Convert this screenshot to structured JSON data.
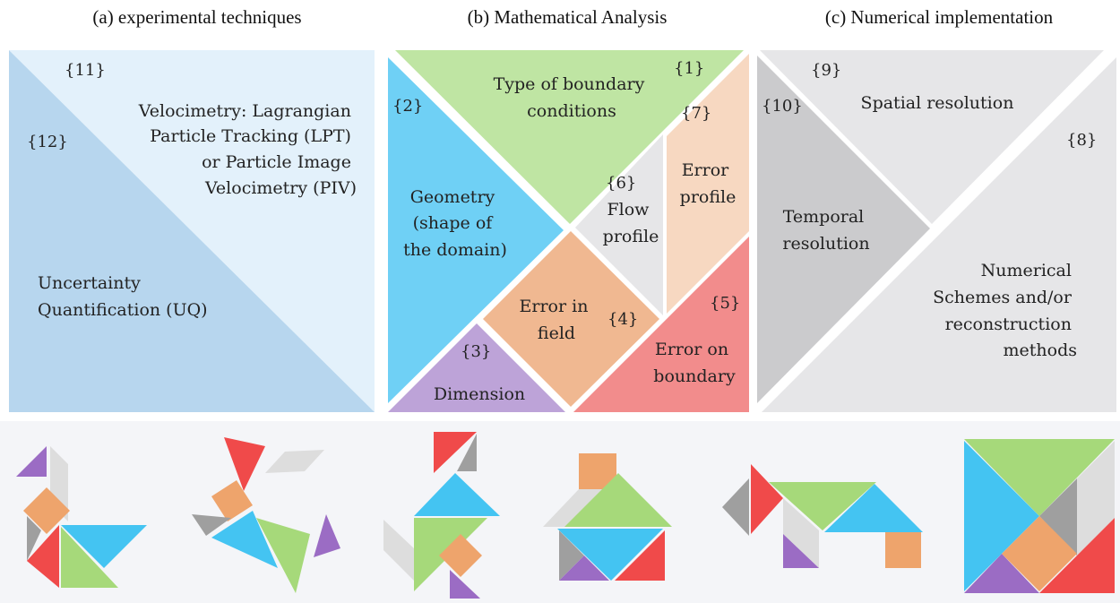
{
  "headings": {
    "a": "(a) experimental  techniques",
    "b": "(b) Mathematical Analysis",
    "c": "(c) Numerical implementation"
  },
  "panel_a": {
    "n11": "{11}",
    "n12": "{12}",
    "velocimetry": [
      "Velocimetry: Lagrangian",
      "Particle Tracking (LPT)",
      "or Particle Image",
      "Velocimetry (PIV)"
    ],
    "uq": [
      "Uncertainty",
      "Quantification (UQ)"
    ]
  },
  "panel_b": {
    "n1": "{1}",
    "n2": "{2}",
    "n3": "{3}",
    "n4": "{4}",
    "n5": "{5}",
    "n6": "{6}",
    "n7": "{7}",
    "boundary_type": [
      "Type of boundary",
      "conditions"
    ],
    "geometry": [
      "Geometry",
      "(shape of",
      "the domain)"
    ],
    "dimension": "Dimension",
    "error_field": [
      "Error in",
      "field"
    ],
    "error_boundary": [
      "Error on",
      "boundary"
    ],
    "flow_profile": [
      "Flow",
      "profile"
    ],
    "error_profile": [
      "Error",
      "profile"
    ]
  },
  "panel_c": {
    "n8": "{8}",
    "n9": "{9}",
    "n10": "{10}",
    "spatial": "Spatial resolution",
    "temporal": [
      "Temporal",
      "resolution"
    ],
    "numerical": [
      "Numerical",
      "Schemes and/or",
      "reconstruction",
      "methods"
    ]
  },
  "colors": {
    "green": "#bfe5a3",
    "blue": "#6fd0f5",
    "purple": "#bda3d8",
    "orange": "#f0b891",
    "red": "#f28c8c",
    "lightgray": "#e6e6e8",
    "peach": "#f7d8c1",
    "midgray": "#cbcbcd",
    "panel_a_light": "#e3f1fb",
    "panel_a_dark": "#b7d6ee",
    "bottom_bg": "#f4f5f8",
    "tan_green": "#a6d97a",
    "tan_blue": "#44c4f2",
    "tan_purple": "#9b6cc4",
    "tan_orange": "#eea46c",
    "tan_red": "#f04a4a",
    "tan_gray": "#9f9f9f",
    "tan_light": "#dddddd"
  },
  "tangram_figures": [
    "swan",
    "windmill",
    "runner",
    "house",
    "camel",
    "square"
  ]
}
